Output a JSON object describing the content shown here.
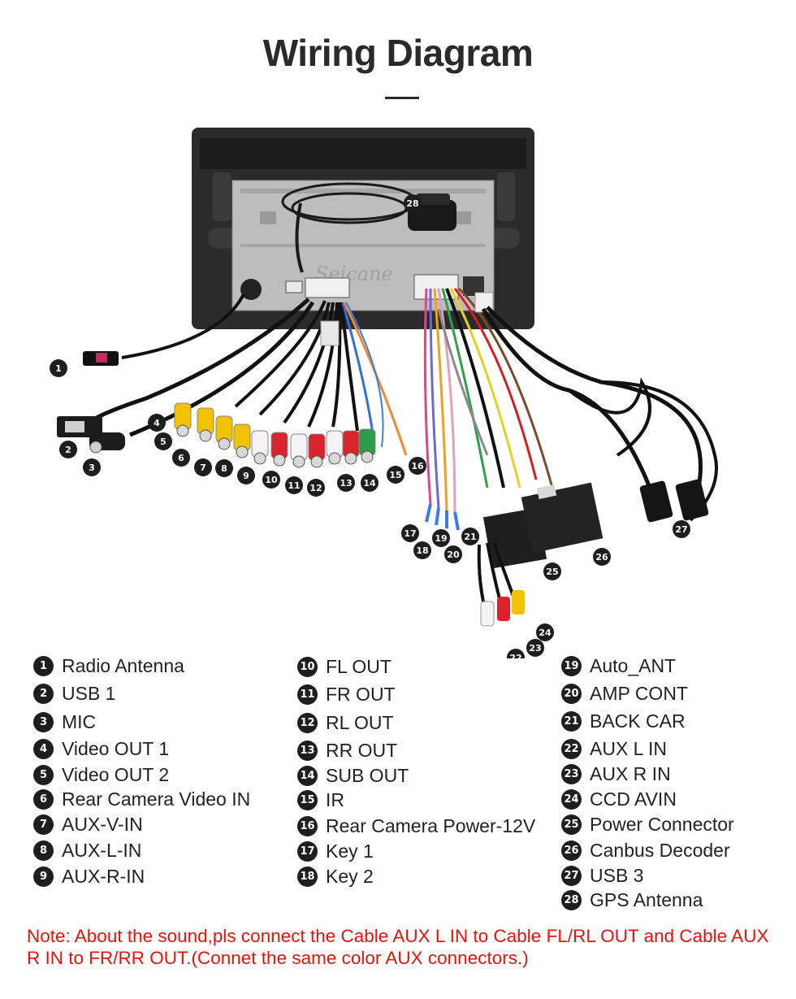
{
  "title": "Wiring Diagram",
  "watermark": "Seicane",
  "legend": [
    {
      "num": "1",
      "label": "Radio Antenna"
    },
    {
      "num": "2",
      "label": "USB 1"
    },
    {
      "num": "3",
      "label": "MIC"
    },
    {
      "num": "4",
      "label": "Video OUT 1"
    },
    {
      "num": "5",
      "label": "Video OUT 2"
    },
    {
      "num": "6",
      "label": "Rear Camera Video IN"
    },
    {
      "num": "7",
      "label": "AUX-V-IN"
    },
    {
      "num": "8",
      "label": "AUX-L-IN"
    },
    {
      "num": "9",
      "label": "AUX-R-IN"
    },
    {
      "num": "10",
      "label": "FL OUT"
    },
    {
      "num": "11",
      "label": "FR OUT"
    },
    {
      "num": "12",
      "label": "RL OUT"
    },
    {
      "num": "13",
      "label": "RR OUT"
    },
    {
      "num": "14",
      "label": "SUB OUT"
    },
    {
      "num": "15",
      "label": "IR"
    },
    {
      "num": "16",
      "label": "Rear Camera Power-12V"
    },
    {
      "num": "17",
      "label": "Key 1"
    },
    {
      "num": "18",
      "label": "Key 2"
    },
    {
      "num": "19",
      "label": "Auto_ANT"
    },
    {
      "num": "20",
      "label": "AMP CONT"
    },
    {
      "num": "21",
      "label": "BACK CAR"
    },
    {
      "num": "22",
      "label": "AUX L IN"
    },
    {
      "num": "23",
      "label": "AUX R IN"
    },
    {
      "num": "24",
      "label": "CCD AVIN"
    },
    {
      "num": "25",
      "label": "Power Connector"
    },
    {
      "num": "26",
      "label": "Canbus Decoder"
    },
    {
      "num": "27",
      "label": "USB 3"
    },
    {
      "num": "28",
      "label": "GPS Antenna"
    }
  ],
  "note": "Note: About the sound,pls connect the Cable AUX L IN to Cable FL/RL OUT and Cable AUX R IN to  FR/RR OUT.(Connet the same color AUX connectors.)",
  "colors": {
    "note": "#e8120c",
    "rca_yellow": "#f2c200",
    "rca_red": "#d9242b",
    "rca_white": "#f4f4f4",
    "rca_green": "#2e9a4a",
    "callout": "#1e1e1e"
  }
}
